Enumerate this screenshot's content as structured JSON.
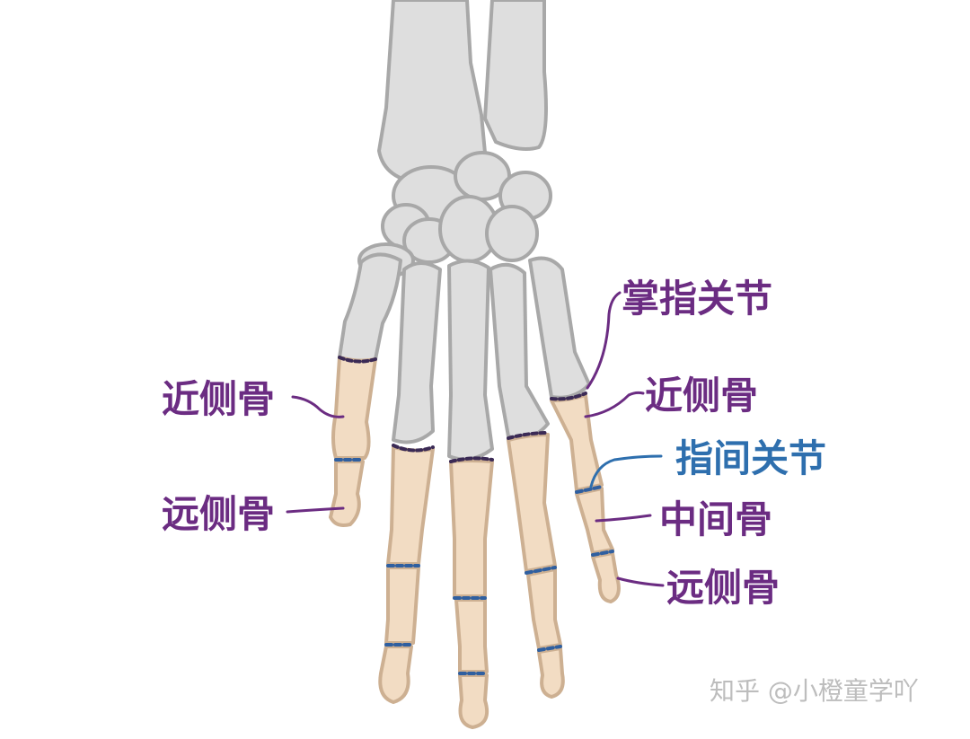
{
  "labels": {
    "mcp_joint": "掌指关节",
    "left_proximal": "近侧骨",
    "left_distal": "远侧骨",
    "right_proximal": "近侧骨",
    "ip_joint": "指间关节",
    "right_middle": "中间骨",
    "right_distal": "远侧骨"
  },
  "watermark": "知乎 @小橙童学吖",
  "colors": {
    "bone_gray": "#dedede",
    "bone_outline": "#a8a8a8",
    "phalanx_fill": "#f2dcc3",
    "phalanx_outline": "#cdb092",
    "label_purple": "#6b2c82",
    "label_blue": "#2e6fae",
    "mcp_dash": "#3b2a55",
    "ip_dash": "#2f5fa0"
  }
}
